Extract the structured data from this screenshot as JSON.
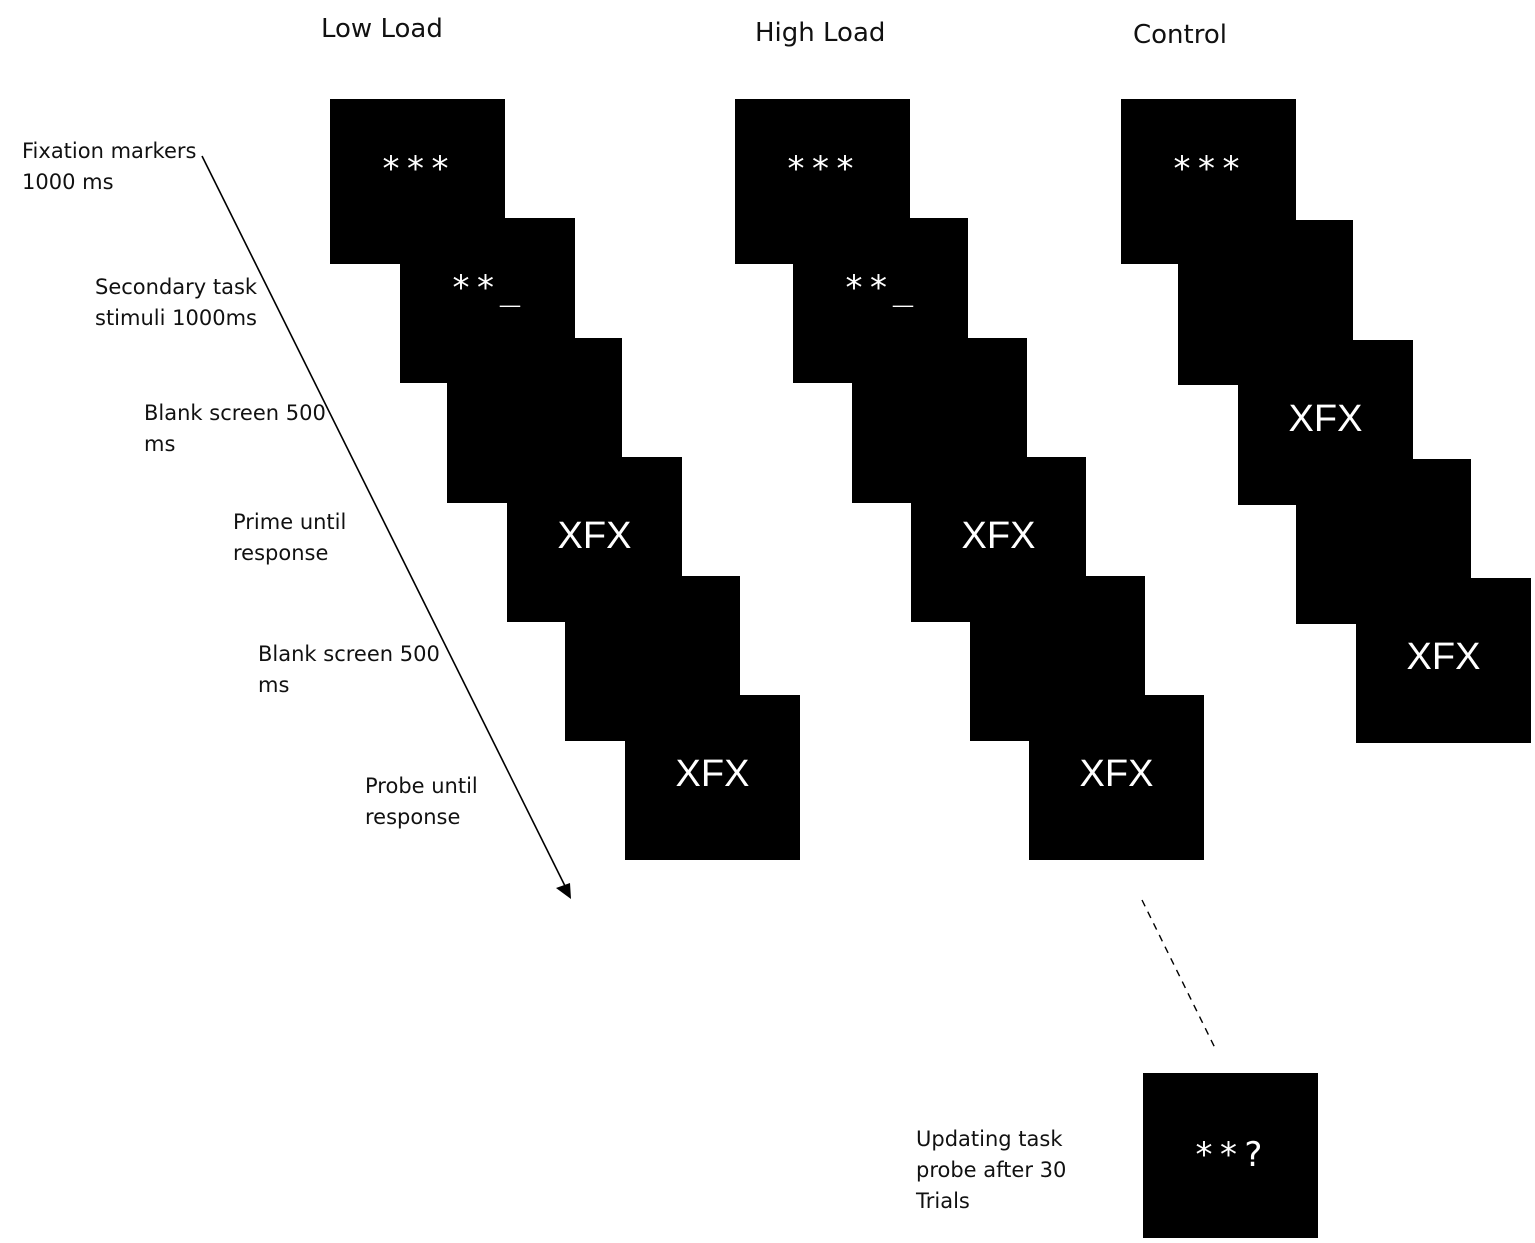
{
  "columns": [
    {
      "title": "Low Load",
      "screens": [
        "***",
        "**_",
        "",
        "XFX",
        "",
        "XFX"
      ]
    },
    {
      "title": "High Load",
      "screens": [
        "***",
        "**_",
        "",
        "XFX",
        "",
        "XFX"
      ]
    },
    {
      "title": "Control",
      "screens": [
        "***",
        "",
        "XFX",
        "",
        "XFX"
      ]
    }
  ],
  "timeline_labels": [
    [
      "Fixation markers",
      "1000 ms"
    ],
    [
      "Secondary task",
      "stimuli 1000ms"
    ],
    [
      "Blank screen 500",
      "ms"
    ],
    [
      "Prime until",
      "response"
    ],
    [
      "Blank screen 500",
      "ms"
    ],
    [
      "Probe until",
      "response"
    ]
  ],
  "updating_probe": {
    "label": [
      "Updating task",
      "probe after 30",
      "Trials"
    ],
    "screen": "**?"
  },
  "colors": {
    "screen": "#000000",
    "stimulus_text": "#ffffff",
    "label_text": "#111111"
  }
}
